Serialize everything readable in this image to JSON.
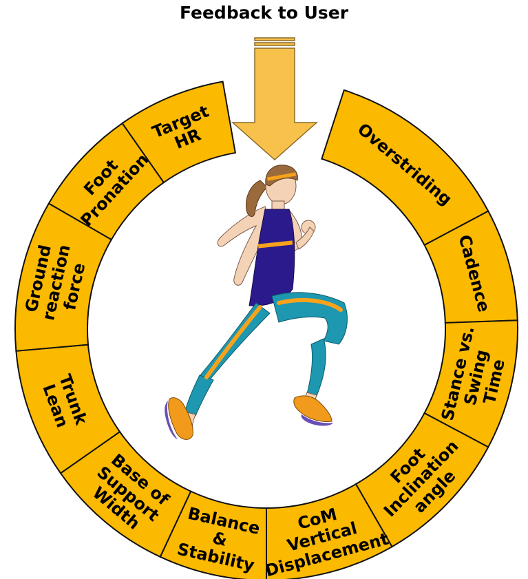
{
  "title": "Feedback to User",
  "colors": {
    "segment_fill": "#fbb900",
    "segment_stroke": "#111111",
    "arrow_fill": "#f7c14c",
    "arrow_stroke": "#8a6a2a",
    "skin": "#f4d2b6",
    "hair": "#9b6a3c",
    "tank_top": "#2b1a8c",
    "pants": "#1e97b0",
    "stripe": "#f7a21b",
    "shoe": "#f29a1c",
    "shoe_sole": "#6a4fb4"
  },
  "segments": [
    {
      "id": "overstriding",
      "lines": [
        "Overstriding"
      ]
    },
    {
      "id": "cadence",
      "lines": [
        "Cadence"
      ]
    },
    {
      "id": "stance-vs-swing-time",
      "lines": [
        "Stance vs.",
        "Swing",
        "Time"
      ]
    },
    {
      "id": "foot-inclination-angle",
      "lines": [
        "Foot",
        "Inclination",
        "angle"
      ]
    },
    {
      "id": "com-vertical-displacement",
      "lines": [
        "CoM",
        "Vertical",
        "Displacement"
      ]
    },
    {
      "id": "balance-stability",
      "lines": [
        "Balance",
        "&",
        "Stability"
      ]
    },
    {
      "id": "base-of-support-width",
      "lines": [
        "Base of",
        "Support",
        "Width"
      ]
    },
    {
      "id": "trunk-lean",
      "lines": [
        "Trunk",
        "Lean"
      ]
    },
    {
      "id": "ground-reaction-force",
      "lines": [
        "Ground",
        "reaction",
        "force"
      ]
    },
    {
      "id": "foot-pronation",
      "lines": [
        "Foot",
        "Pronation"
      ]
    },
    {
      "id": "target-hr",
      "lines": [
        "Target",
        "HR"
      ]
    }
  ]
}
